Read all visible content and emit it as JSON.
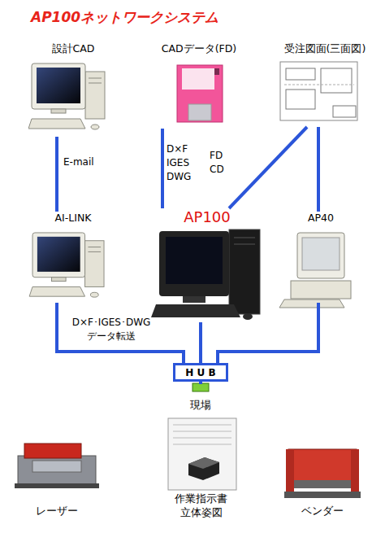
{
  "diagram": {
    "title": "AP100ネットワークシステム",
    "nodes": [
      {
        "text": [
          "設計CAD"
        ]
      },
      {
        "text": [
          "CADデータ(FD)"
        ]
      },
      {
        "text": [
          "受注図面(三面図)"
        ]
      },
      {
        "text": [
          "AI-LINK"
        ]
      },
      {
        "text": [
          "AP100"
        ]
      },
      {
        "text": [
          "AP40"
        ]
      },
      {
        "text": [
          "H U B"
        ]
      },
      {
        "text": [
          "現場"
        ]
      },
      {
        "text": [
          "レーザー"
        ]
      },
      {
        "text": [
          "作業指示書 立体姿図"
        ]
      },
      {
        "text": [
          "ベンダー"
        ]
      }
    ],
    "edges": [
      {
        "from": 0,
        "to": 3,
        "arrow": "none",
        "label": "E-mail"
      },
      {
        "from": 1,
        "to": 4,
        "arrow": "none",
        "label": "D×F IGES DWG"
      },
      {
        "from": 2,
        "to": 4,
        "arrow": "none"
      },
      {
        "from": 2,
        "to": 5,
        "arrow": "none"
      },
      {
        "from": 3,
        "to": 6,
        "arrow": "none",
        "label": "D×F･IGES･DWG データ転送"
      },
      {
        "from": 4,
        "to": 6,
        "arrow": "none"
      },
      {
        "from": 5,
        "to": 6,
        "arrow": "none"
      },
      {
        "from": 6,
        "to": 7,
        "arrow": "none"
      }
    ],
    "labels": [
      "FD CD"
    ]
  }
}
